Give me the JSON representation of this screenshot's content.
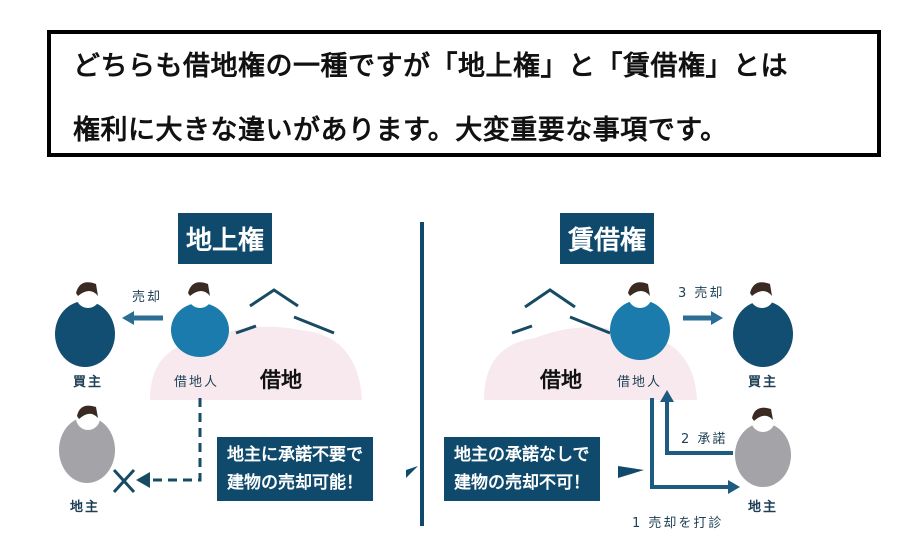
{
  "header": {
    "line1": "どちらも借地権の一種ですが「地上権」と「賃借権」とは",
    "line2": "権利に大きな違いがあります。大変重要な事項です。"
  },
  "left": {
    "title": "地上権",
    "sale_label": "売却",
    "buyer": "買主",
    "borrower": "借地人",
    "land": "借地",
    "landlord": "地主",
    "callout_line1": "地主に承諾不要で",
    "callout_line2": "建物の売却可能！"
  },
  "right": {
    "title": "賃借権",
    "sale_label": "3 売却",
    "buyer": "買主",
    "borrower": "借地人",
    "land": "借地",
    "landlord": "地主",
    "consent_label": "2 承諾",
    "consult_label": "1 売却を打診",
    "callout_line1": "地主の承諾なしで",
    "callout_line2": "建物の売却不可！"
  },
  "colors": {
    "navy": "#0f4a6c",
    "blue": "#1878a8",
    "dark_blue": "#124d72",
    "gray": "#9a9a9e"
  }
}
